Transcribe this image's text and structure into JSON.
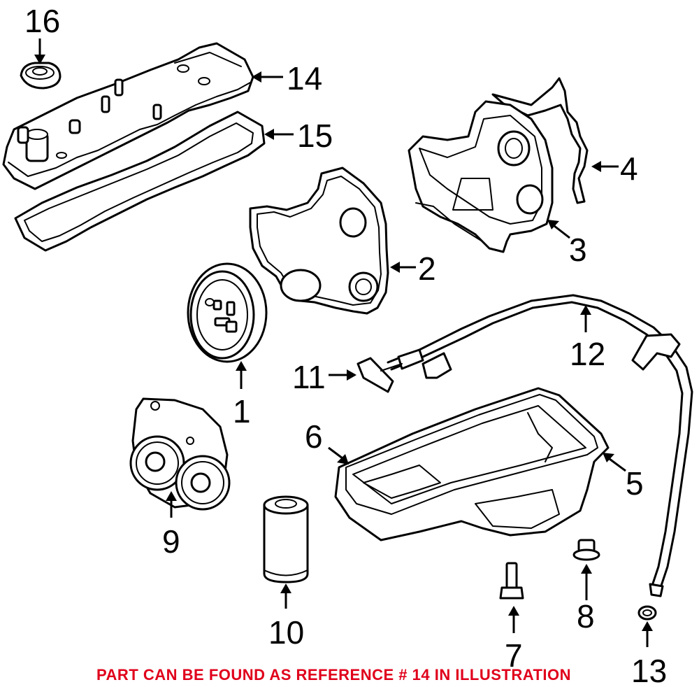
{
  "callouts": {
    "c1": "1",
    "c2": "2",
    "c3": "3",
    "c4": "4",
    "c5": "5",
    "c6": "6",
    "c7": "7",
    "c8": "8",
    "c9": "9",
    "c10": "10",
    "c11": "11",
    "c12": "12",
    "c13": "13",
    "c14": "14",
    "c15": "15",
    "c16": "16"
  },
  "note": "PART CAN BE FOUND AS REFERENCE # 14 IN ILLUSTRATION",
  "colors": {
    "note": "#e0001b",
    "lines": "#000000"
  }
}
